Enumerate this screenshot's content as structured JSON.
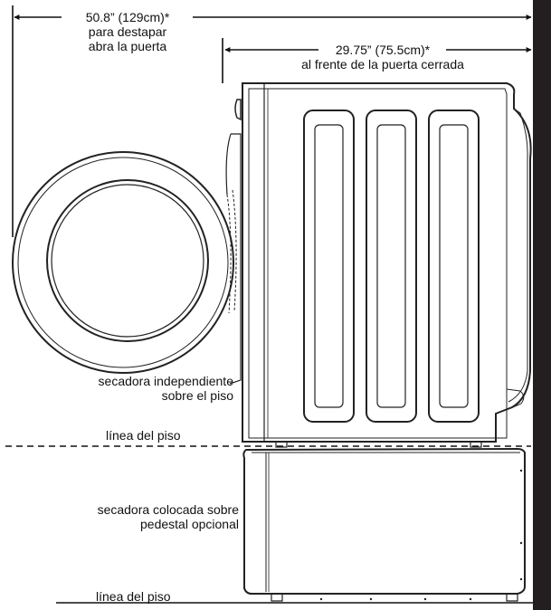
{
  "diagram": {
    "total_depth": {
      "measurement": "50.8” (129cm)*",
      "line1": "para destapar",
      "line2": "abra la puerta"
    },
    "closed_depth": {
      "measurement": "29.75” (75.5cm)*",
      "line1": "al frente de la puerta cerrada"
    },
    "freestanding": {
      "line1": "secadora independiente",
      "line2": "sobre el piso"
    },
    "floor_line_upper": "línea del piso",
    "pedestal": {
      "line1": "secadora colocada sobre",
      "line2": "pedestal opcional"
    },
    "floor_line_lower": "línea del piso"
  }
}
